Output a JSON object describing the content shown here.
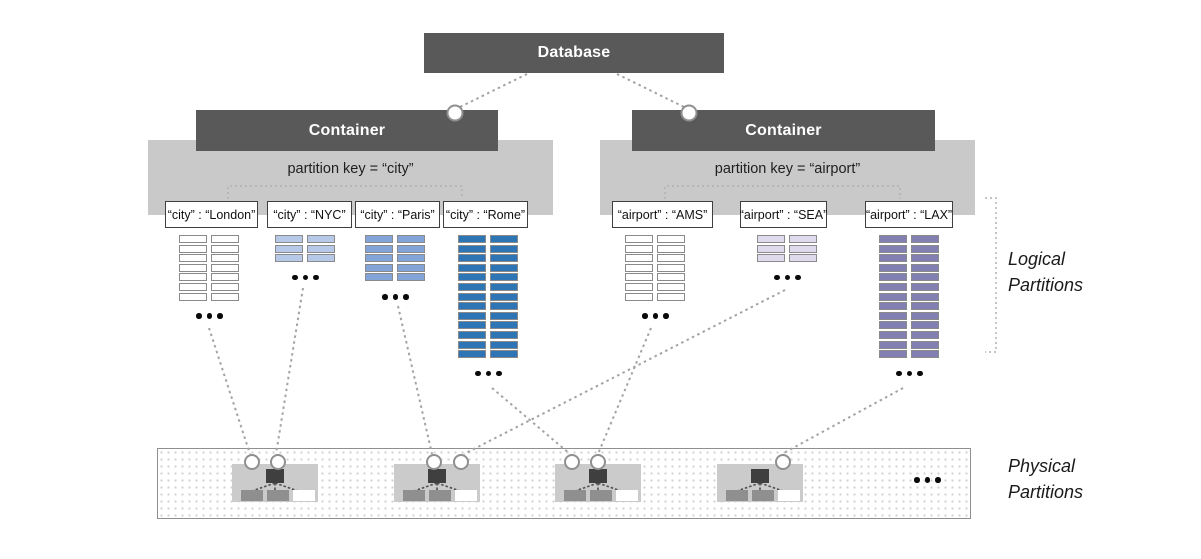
{
  "database": {
    "label": "Database"
  },
  "containers": [
    {
      "label": "Container",
      "partition_key": "partition key = “city”",
      "logical_partitions": [
        {
          "label": "“city” : “London”",
          "doc_rows": 7,
          "doc_color": "#ffffff"
        },
        {
          "label": "“city” : “NYC”",
          "doc_rows": 3,
          "doc_color": "#b7c9e8"
        },
        {
          "label": "“city” : “Paris”",
          "doc_rows": 5,
          "doc_color": "#82a4d8"
        },
        {
          "label": "“city” : “Rome”",
          "doc_rows": 13,
          "doc_color": "#2e75b6"
        }
      ]
    },
    {
      "label": "Container",
      "partition_key": "partition key = “airport”",
      "logical_partitions": [
        {
          "label": "“airport” : “AMS”",
          "doc_rows": 7,
          "doc_color": "#ffffff"
        },
        {
          "label": "“airport” : “SEA”",
          "doc_rows": 3,
          "doc_color": "#e0dbec"
        },
        {
          "label": "“airport” : “LAX”",
          "doc_rows": 13,
          "doc_color": "#8280b2"
        }
      ]
    }
  ],
  "annotations": {
    "logical_partitions": "Logical Partitions",
    "physical_partitions": "Physical Partitions"
  },
  "physical_partitions": {
    "machine_count": 4,
    "more_indicator": "•••"
  },
  "logical_more_indicator": "•••",
  "connections": [
    {
      "from": "Database",
      "to": "Container (city)"
    },
    {
      "from": "Database",
      "to": "Container (airport)"
    },
    {
      "from": "“city” : “London”",
      "to": "physical-partition-1"
    },
    {
      "from": "“city” : “NYC”",
      "to": "physical-partition-1"
    },
    {
      "from": "“city” : “Paris”",
      "to": "physical-partition-2"
    },
    {
      "from": "“city” : “Rome”",
      "to": "physical-partition-3"
    },
    {
      "from": "“airport” : “AMS”",
      "to": "physical-partition-3"
    },
    {
      "from": "“airport” : “SEA”",
      "to": "physical-partition-2"
    },
    {
      "from": "“airport” : “LAX”",
      "to": "physical-partition-4"
    }
  ],
  "colors": {
    "node_dark": "#595959",
    "band_gray": "#c9c9c9",
    "machine_gray": "#cbcbcb",
    "doc_white": "#ffffff",
    "doc_light_blue": "#b7c9e8",
    "doc_medium_blue": "#82a4d8",
    "doc_dark_blue": "#2e75b6",
    "doc_light_purple": "#e0dbec",
    "doc_purple": "#8280b2",
    "wire_gray": "#a3a3a3"
  }
}
